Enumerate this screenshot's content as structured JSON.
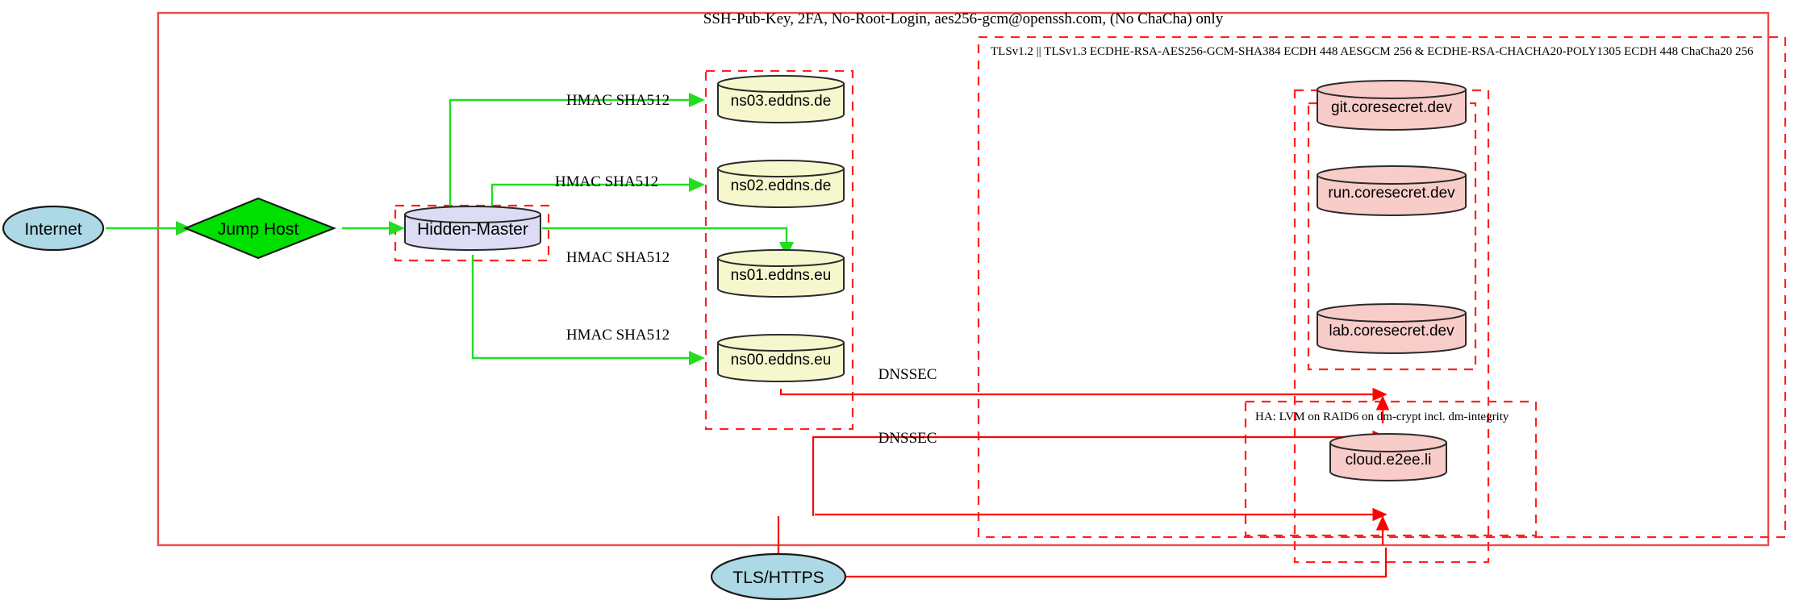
{
  "diagram": {
    "title_banner": "SSH-Pub-Key, 2FA, No-Root-Login, aes256-gcm@openssh.com, (No ChaCha) only",
    "tls_banner": "TLSv1.2 || TLSv1.3 ECDHE-RSA-AES256-GCM-SHA384 ECDH 448 AESGCM 256 & ECDHE-RSA-CHACHA20-POLY1305 ECDH 448 ChaCha20 256",
    "ha_banner": "HA: LVM on RAID6 on dm-crypt incl. dm-integrity",
    "colors": {
      "internet_fill": "#add8e6",
      "jump_host_fill": "#00e000",
      "hidden_master_fill": "#dcdcf5",
      "ns_fill": "#f7f7ce",
      "coresecret_fill": "#f8ccc8",
      "cloud_fill": "#f8ccc8",
      "tls_https_fill": "#add8e6",
      "cluster_stroke": "#ff2222",
      "outer_stroke": "#f04a4a",
      "green_edge": "#22dd22",
      "red_edge": "#ff0000"
    },
    "nodes": {
      "internet": "Internet",
      "jump_host": "Jump Host",
      "hidden_master": "Hidden-Master",
      "ns03": "ns03.eddns.de",
      "ns02": "ns02.eddns.de",
      "ns01": "ns01.eddns.eu",
      "ns00": "ns00.eddns.eu",
      "git": "git.coresecret.dev",
      "run": "run.coresecret.dev",
      "lab": "lab.coresecret.dev",
      "cloud": "cloud.e2ee.li",
      "tls_https": "TLS/HTTPS"
    },
    "edge_labels": {
      "hmac_ns03": "HMAC SHA512",
      "hmac_ns02": "HMAC SHA512",
      "hmac_ns01": "HMAC SHA512",
      "hmac_ns00": "HMAC SHA512",
      "dnssec_upper": "DNSSEC",
      "dnssec_lower": "DNSSEC"
    }
  }
}
